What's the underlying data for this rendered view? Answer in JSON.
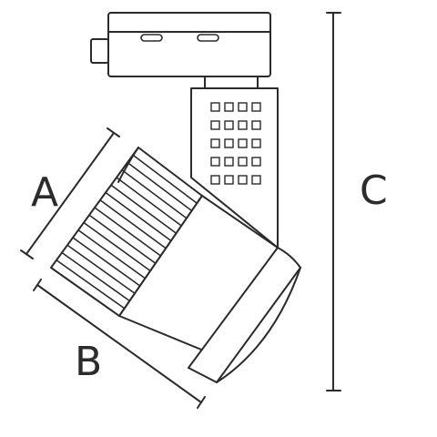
{
  "dimensions": {
    "a_label": "A",
    "b_label": "B",
    "c_label": "C"
  },
  "colors": {
    "stroke": "#2b2b2b",
    "background": "#ffffff"
  }
}
